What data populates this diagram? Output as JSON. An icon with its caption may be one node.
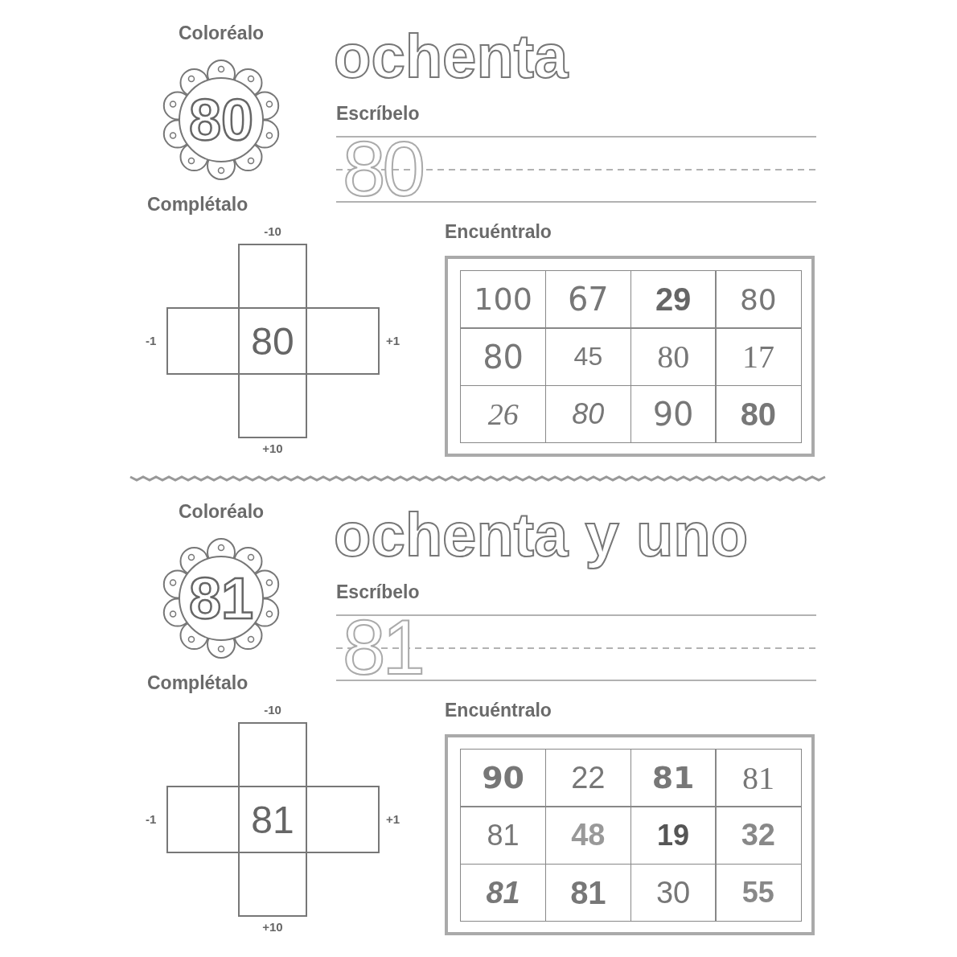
{
  "diagram": {
    "nodes": [
      {
        "text": [
          "80"
        ]
      },
      {
        "text": [],
        "shape": "box",
        "beside": [
          "-10"
        ]
      },
      {
        "text": [],
        "shape": "box",
        "beside": [
          "-1"
        ]
      },
      {
        "text": [
          "80"
        ]
      },
      {
        "text": [],
        "shape": "box",
        "beside": [
          "+1"
        ]
      },
      {
        "text": [],
        "shape": "box",
        "beside": [
          "+10"
        ]
      },
      {
        "text": [
          "81"
        ]
      },
      {
        "text": [],
        "shape": "box",
        "beside": [
          "-10"
        ]
      },
      {
        "text": [],
        "shape": "box",
        "beside": [
          "-1"
        ]
      },
      {
        "text": [
          "81"
        ]
      },
      {
        "text": [],
        "shape": "box",
        "beside": [
          "+1"
        ]
      },
      {
        "text": [],
        "shape": "box",
        "beside": [
          "+10"
        ]
      }
    ],
    "edges": [],
    "labels": [
      "Coloréalo",
      "ochenta",
      "Escríbelo",
      "80",
      "Complétalo",
      "Encuéntralo",
      "100",
      "67",
      "29",
      "80",
      "80",
      "45",
      "80",
      "17",
      "26",
      "80",
      "90",
      "80",
      "Coloréalo",
      "ochenta y uno",
      "Escríbelo",
      "81",
      "Complétalo",
      "Encuéntralo",
      "90",
      "22",
      "81",
      "81",
      "81",
      "48",
      "19",
      "32",
      "81",
      "81",
      "30",
      "55"
    ]
  }
}
